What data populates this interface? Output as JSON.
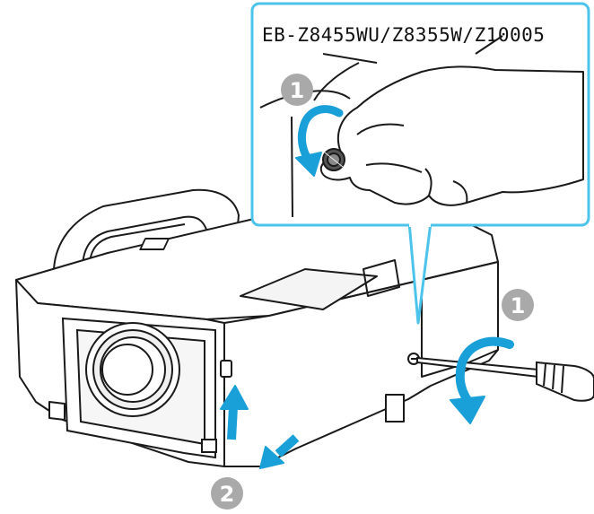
{
  "callout": {
    "model_label": "EB-Z8455WU/Z8355W/Z10005"
  },
  "steps": [
    {
      "number": "1",
      "meaning": "loosen-screw"
    },
    {
      "number": "1",
      "meaning": "loosen-screw"
    },
    {
      "number": "2",
      "meaning": "slide-cover"
    }
  ],
  "colors": {
    "accent_arrow": "#1aa0d8",
    "badge": "#a9a9a9",
    "callout_border": "#4cc3ea",
    "line": "#1a1a1a"
  }
}
